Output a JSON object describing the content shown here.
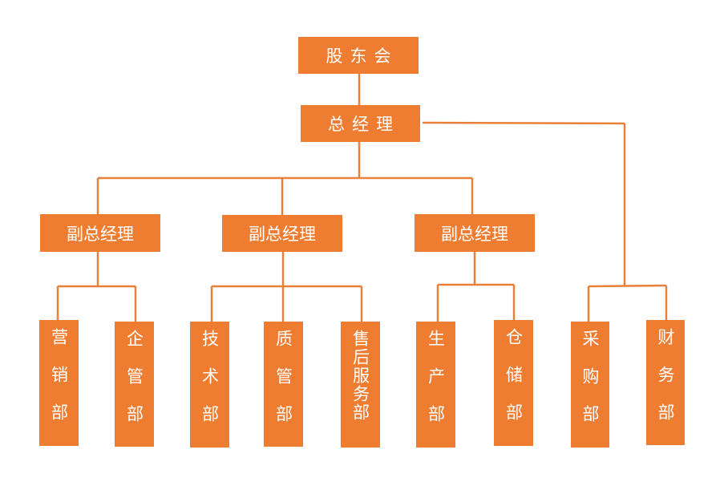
{
  "colors": {
    "box_fill": "#EE7D31",
    "connector": "#E8803A",
    "text": "#FFFFFF",
    "background": "#FFFFFF"
  },
  "org_chart": {
    "root": "股东会",
    "general_manager": "总经理",
    "deputy_managers": [
      {
        "label": "副总经理",
        "departments": [
          "营销部",
          "企管部"
        ]
      },
      {
        "label": "副总经理",
        "departments": [
          "技术部",
          "质管部",
          "售后服务部"
        ]
      },
      {
        "label": "副总经理",
        "departments": [
          "生产部",
          "仓储部"
        ]
      }
    ],
    "direct_departments": [
      "采购部",
      "财务部"
    ]
  }
}
